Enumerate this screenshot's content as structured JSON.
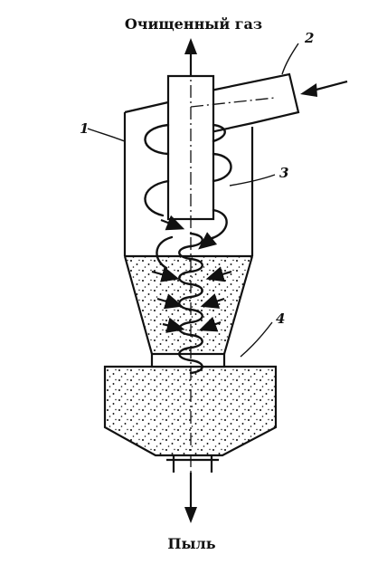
{
  "diagram": {
    "top_label": "Очищенный газ",
    "bottom_label": "Пыль",
    "parts": [
      {
        "id": "1",
        "label": "1"
      },
      {
        "id": "2",
        "label": "2"
      },
      {
        "id": "3",
        "label": "3"
      },
      {
        "id": "4",
        "label": "4"
      }
    ]
  },
  "colors": {
    "line": "#111111",
    "background": "#ffffff"
  }
}
